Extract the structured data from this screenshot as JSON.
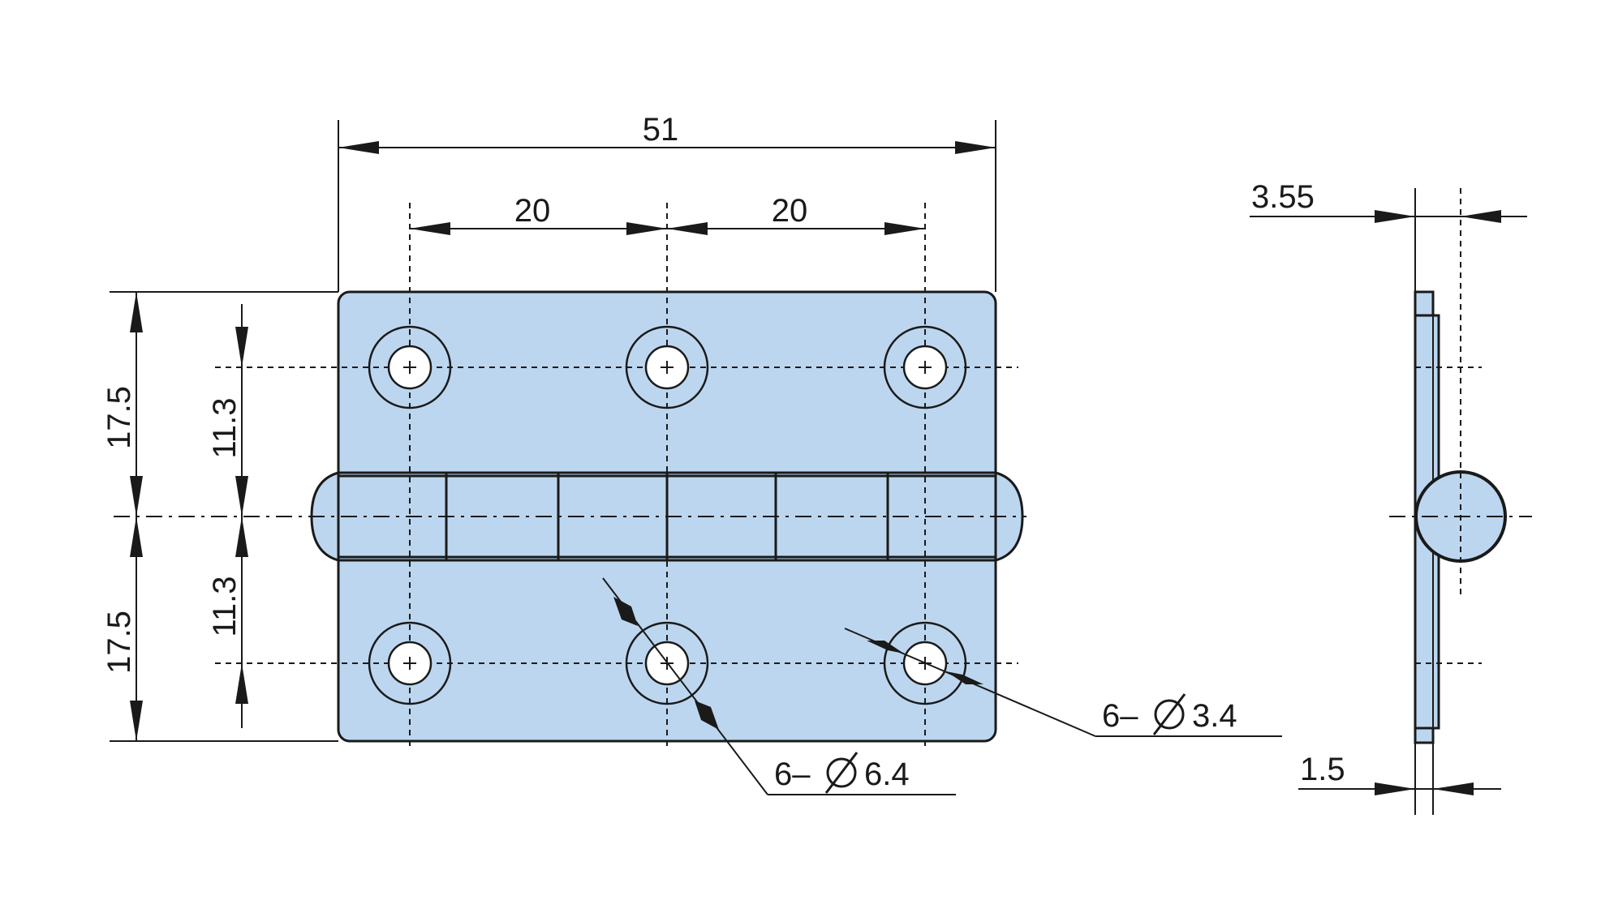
{
  "dimensions": {
    "overall_width": "51",
    "hole_pitch_left": "20",
    "hole_pitch_right": "20",
    "leaf_height_top": "17.5",
    "leaf_height_bottom": "17.5",
    "hole_offset_top": "11.3",
    "hole_offset_bottom": "11.3",
    "countersink_callout_prefix": "6–",
    "countersink_diameter": "6.4",
    "hole_callout_prefix": "6–",
    "hole_diameter": "3.4",
    "side_pin_offset": "3.55",
    "side_thickness": "1.5"
  },
  "colors": {
    "leaf_fill": "#bcd6ef",
    "line": "#1a1a1a"
  }
}
